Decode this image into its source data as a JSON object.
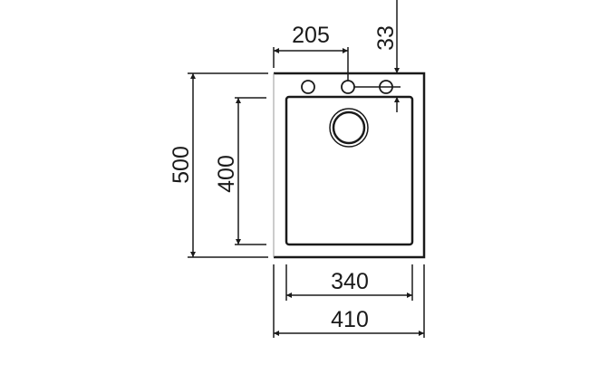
{
  "dimensions": {
    "tap_hole_offset": "205",
    "tap_hole_to_bowl": "33",
    "overall_depth": "500",
    "bowl_depth": "400",
    "bowl_width": "340",
    "overall_width": "410"
  },
  "colors": {
    "line": "#1a1a1a",
    "background": "#ffffff"
  }
}
